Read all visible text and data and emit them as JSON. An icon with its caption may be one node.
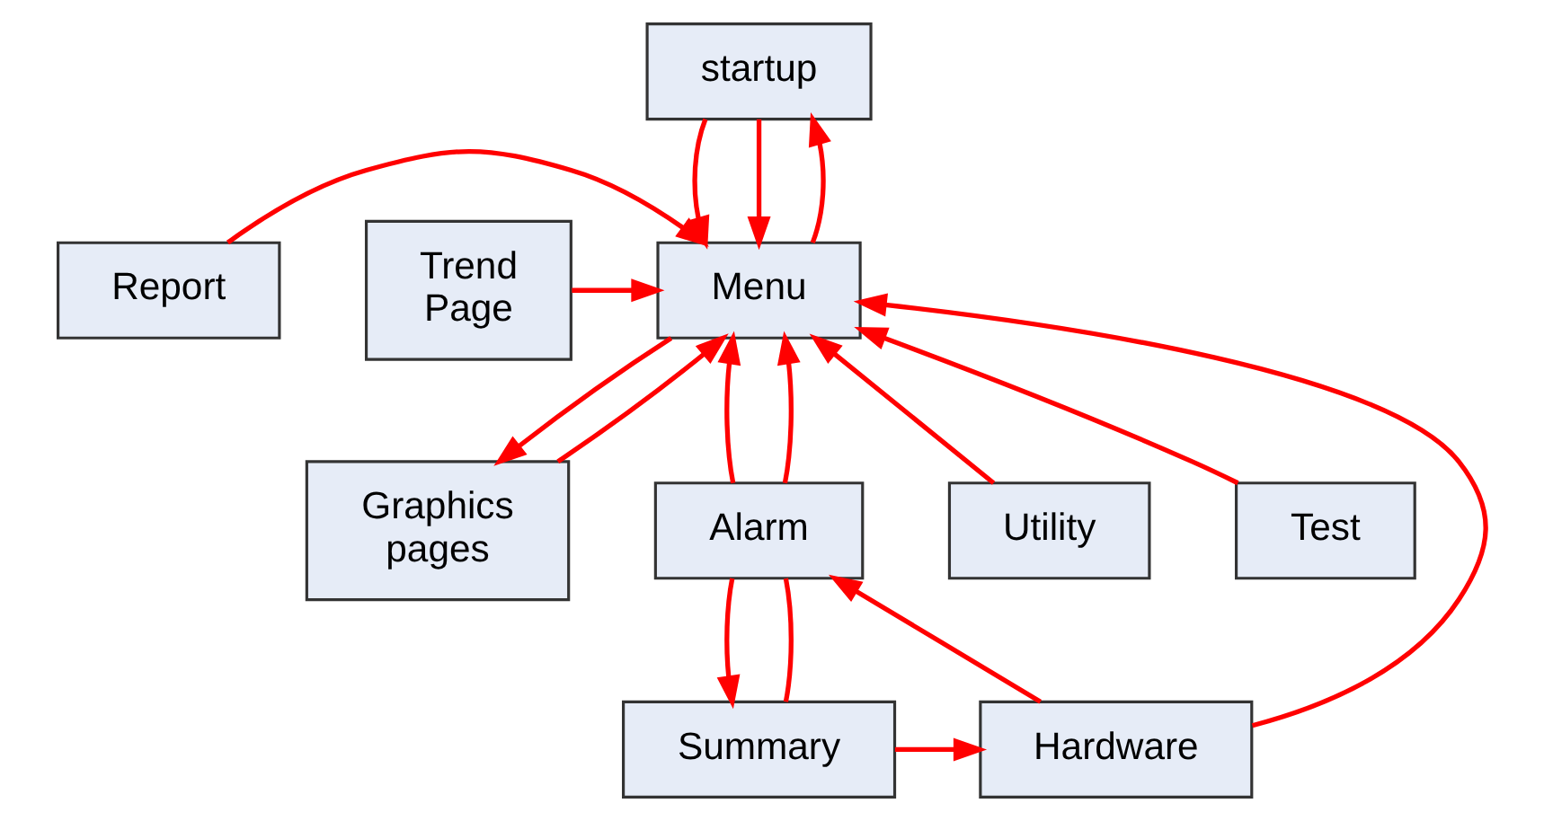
{
  "diagram": {
    "nodes": [
      {
        "text": [
          "startup"
        ]
      },
      {
        "text": [
          "Report"
        ]
      },
      {
        "text": [
          "Menu"
        ]
      },
      {
        "text": [
          "Trend Page"
        ]
      },
      {
        "text": [
          "Alarm"
        ]
      },
      {
        "text": [
          "Graphics pages"
        ]
      },
      {
        "text": [
          "Utility"
        ]
      },
      {
        "text": [
          "Test"
        ]
      },
      {
        "text": [
          "Summary"
        ]
      },
      {
        "text": [
          "Hardware"
        ]
      }
    ],
    "edges": [
      {
        "from": 0,
        "to": 2,
        "arrow": "to"
      },
      {
        "from": 0,
        "to": 2,
        "arrow": "to"
      },
      {
        "from": 2,
        "to": 0,
        "arrow": "to"
      },
      {
        "from": 1,
        "to": 2,
        "arrow": "to"
      },
      {
        "from": 3,
        "to": 2,
        "arrow": "to"
      },
      {
        "from": 4,
        "to": 2,
        "arrow": "to"
      },
      {
        "from": 4,
        "to": 2,
        "arrow": "to"
      },
      {
        "from": 2,
        "to": 5,
        "arrow": "to"
      },
      {
        "from": 5,
        "to": 2,
        "arrow": "to"
      },
      {
        "from": 6,
        "to": 2,
        "arrow": "to"
      },
      {
        "from": 7,
        "to": 2,
        "arrow": "to"
      },
      {
        "from": 9,
        "to": 2,
        "arrow": "to"
      },
      {
        "from": 9,
        "to": 4,
        "arrow": "to"
      },
      {
        "from": 4,
        "to": 8,
        "arrow": "to"
      },
      {
        "from": 8,
        "to": 4,
        "arrow": "none"
      },
      {
        "from": 8,
        "to": 9,
        "arrow": "to"
      }
    ]
  }
}
